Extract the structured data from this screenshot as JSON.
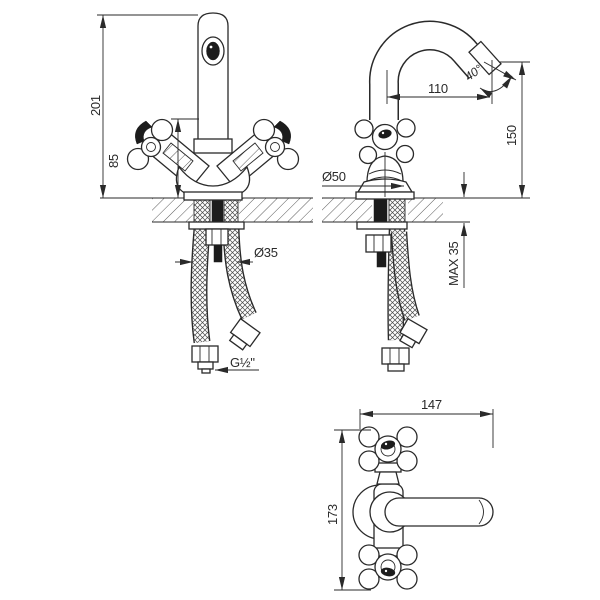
{
  "drawing": {
    "front_view": {
      "total_height": "201",
      "handle_height": "85",
      "hole_diameter": "Ø35",
      "connection_thread": "G½\""
    },
    "side_view": {
      "spout_reach": "110",
      "outlet_angle": "40°",
      "spout_height": "150",
      "base_diameter": "Ø50",
      "max_counter_thickness": "MAX 35"
    },
    "top_view": {
      "width": "147",
      "depth": "173"
    },
    "colors": {
      "line": "#2a2a2a",
      "dark_fill": "#1c1c1c",
      "background": "#ffffff"
    }
  }
}
